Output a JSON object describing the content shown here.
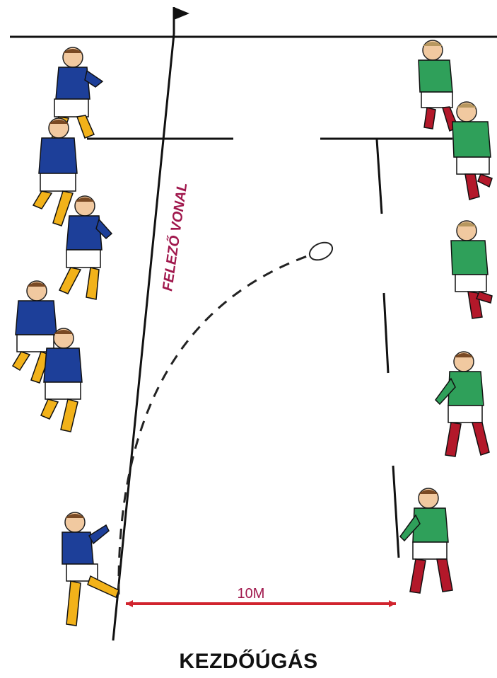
{
  "diagram": {
    "halfway_label": "FELEZŐ VONAL",
    "distance_label": "10M",
    "caption": "KEZDŐÚGÁS"
  },
  "teams": {
    "kicking": {
      "shirt": "#1d3f99",
      "shorts": "#ffffff",
      "socks": "#f2b21a",
      "skin": "#f1c9a0",
      "hair": "#7a4a24"
    },
    "receiving": {
      "shirt": "#2fa05a",
      "shorts": "#ffffff",
      "socks": "#b3182a",
      "skin": "#f1c9a0",
      "hair": "#b7975f"
    }
  },
  "colors": {
    "line": "#111111",
    "label": "#a0174c",
    "arrow": "#d1242e",
    "ball_fill": "#ffffff",
    "ball_stroke": "#222222"
  }
}
